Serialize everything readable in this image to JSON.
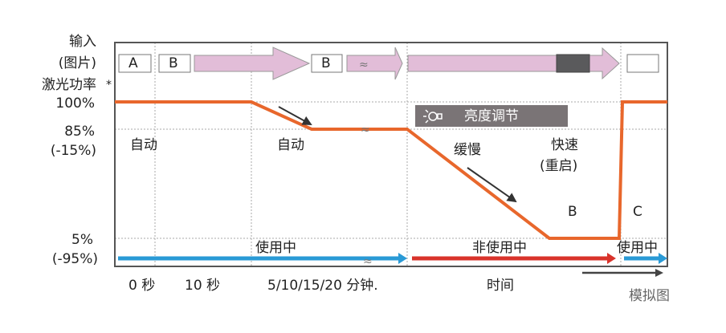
{
  "y_axis": {
    "title_lines": [
      "输入",
      "(图片)",
      "激光功率"
    ],
    "asterisk": "*",
    "levels": [
      {
        "value": "100%",
        "note": ""
      },
      {
        "value": "85%",
        "note": "(-15%)"
      },
      {
        "value": "5%",
        "note": "(-95%)"
      }
    ]
  },
  "input_boxes": [
    "A",
    "B",
    "B",
    ""
  ],
  "brightness_label": "亮度调节",
  "annotations": {
    "auto_1": "自动",
    "auto_2": "自动",
    "slow": "缓慢",
    "fast": "快速",
    "fast_note": "(重启)",
    "label_b": "B",
    "label_c": "C"
  },
  "usage": {
    "in_use_1": "使用中",
    "not_in_use": "非使用中",
    "in_use_2": "使用中"
  },
  "x_axis": {
    "ticks": [
      "0 秒",
      "10 秒",
      "5/10/15/20 分钟."
    ],
    "title": "时间"
  },
  "caption": "模拟图",
  "colors": {
    "power_line": "#e8672c",
    "in_use": "#2a9ad6",
    "not_in_use": "#d9332b",
    "input_arrow": "#e2bdd8",
    "label_bg": "#7a7476"
  }
}
